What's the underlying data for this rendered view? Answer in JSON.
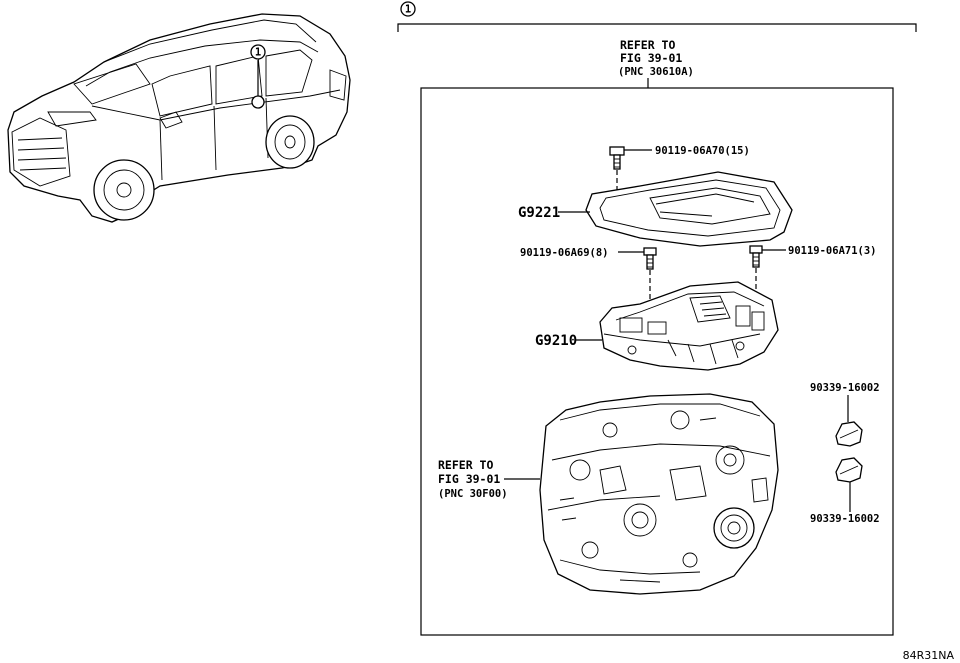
{
  "callout_number": "1",
  "refer_top": {
    "line1": "REFER TO",
    "line2": "FIG 39-01",
    "line3": "(PNC 30610A)"
  },
  "refer_left": {
    "line1": "REFER TO",
    "line2": "FIG 39-01",
    "line3": "(PNC 30F00)"
  },
  "parts": {
    "bolt_top": "90119-06A70(15)",
    "pan": "G9221",
    "bolt_left": "90119-06A69(8)",
    "bolt_right": "90119-06A71(3)",
    "valve_body": "G9210",
    "plug_upper": "90339-16002",
    "plug_lower": "90339-16002"
  },
  "figure_code": "84R31NA"
}
